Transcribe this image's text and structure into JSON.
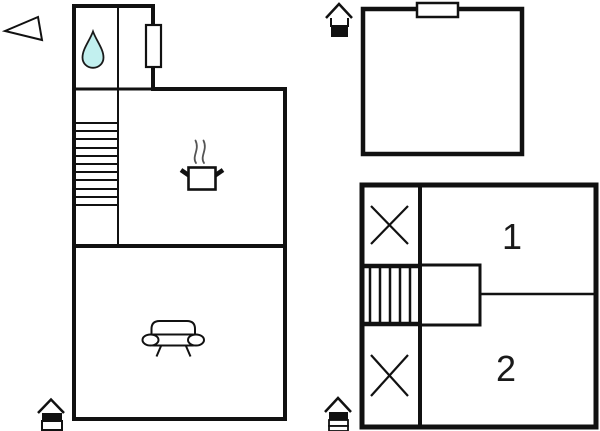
{
  "floorplan": {
    "background_color": "#ffffff",
    "wall_color": "#111111",
    "water_drop_color": "#c2f0ef",
    "steam_color": "#555555",
    "rooms": {
      "bedroom1_label": "1",
      "bedroom2_label": "2"
    },
    "icons": {
      "north_arrow": "left-pointing-triangle-outline",
      "water_drop": "teardrop-bathroom",
      "cooking_pot": "pot-with-steam-kitchen",
      "sofa": "sofa-living-room",
      "stairs_main": "staircase-horizontal-rungs",
      "stairs_bedrooms": "staircase-vertical-rungs",
      "window_annex": "window-rect-on-wall",
      "radiator_main": "rect-on-wall",
      "cross_marks": "x-mark",
      "house_level_annex": "house-level-indicator-lower-filled",
      "house_level_main": "house-level-indicator-upper-filled",
      "house_level_bedrooms": "house-level-indicator-top-of-three-filled"
    }
  }
}
